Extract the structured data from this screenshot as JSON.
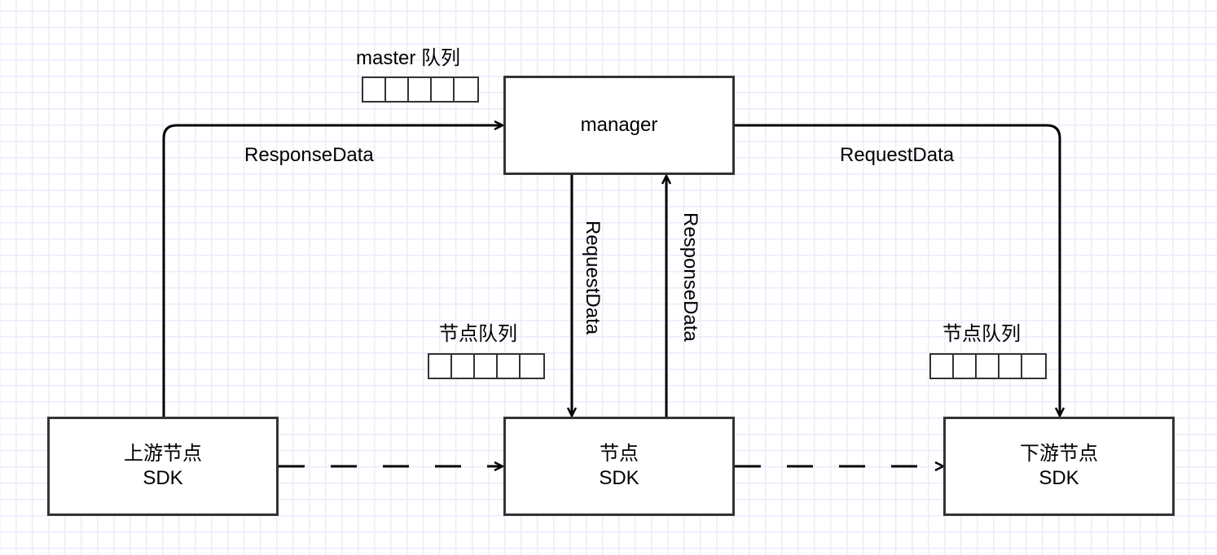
{
  "nodes": {
    "manager": {
      "label": "manager"
    },
    "upstream": {
      "line1": "上游节点",
      "line2": "SDK"
    },
    "node": {
      "line1": "节点",
      "line2": "SDK"
    },
    "downstream": {
      "line1": "下游节点",
      "line2": "SDK"
    }
  },
  "queues": {
    "master": {
      "label": "master 队列",
      "cells": 5
    },
    "node": {
      "label": "节点队列",
      "cells": 5
    },
    "downstream": {
      "label": "节点队列",
      "cells": 5
    }
  },
  "edges": {
    "upstream_to_manager": {
      "label": "ResponseData",
      "style": "solid"
    },
    "manager_to_downstream": {
      "label": "RequestData",
      "style": "solid"
    },
    "manager_to_node": {
      "label": "RequestData",
      "style": "solid"
    },
    "node_to_manager": {
      "label": "ResponseData",
      "style": "solid"
    },
    "upstream_to_node": {
      "label": "",
      "style": "dashed"
    },
    "node_to_downstream": {
      "label": "",
      "style": "dashed"
    }
  },
  "colors": {
    "grid": "#ebebfb",
    "box_border": "#333333",
    "line": "#000000"
  }
}
